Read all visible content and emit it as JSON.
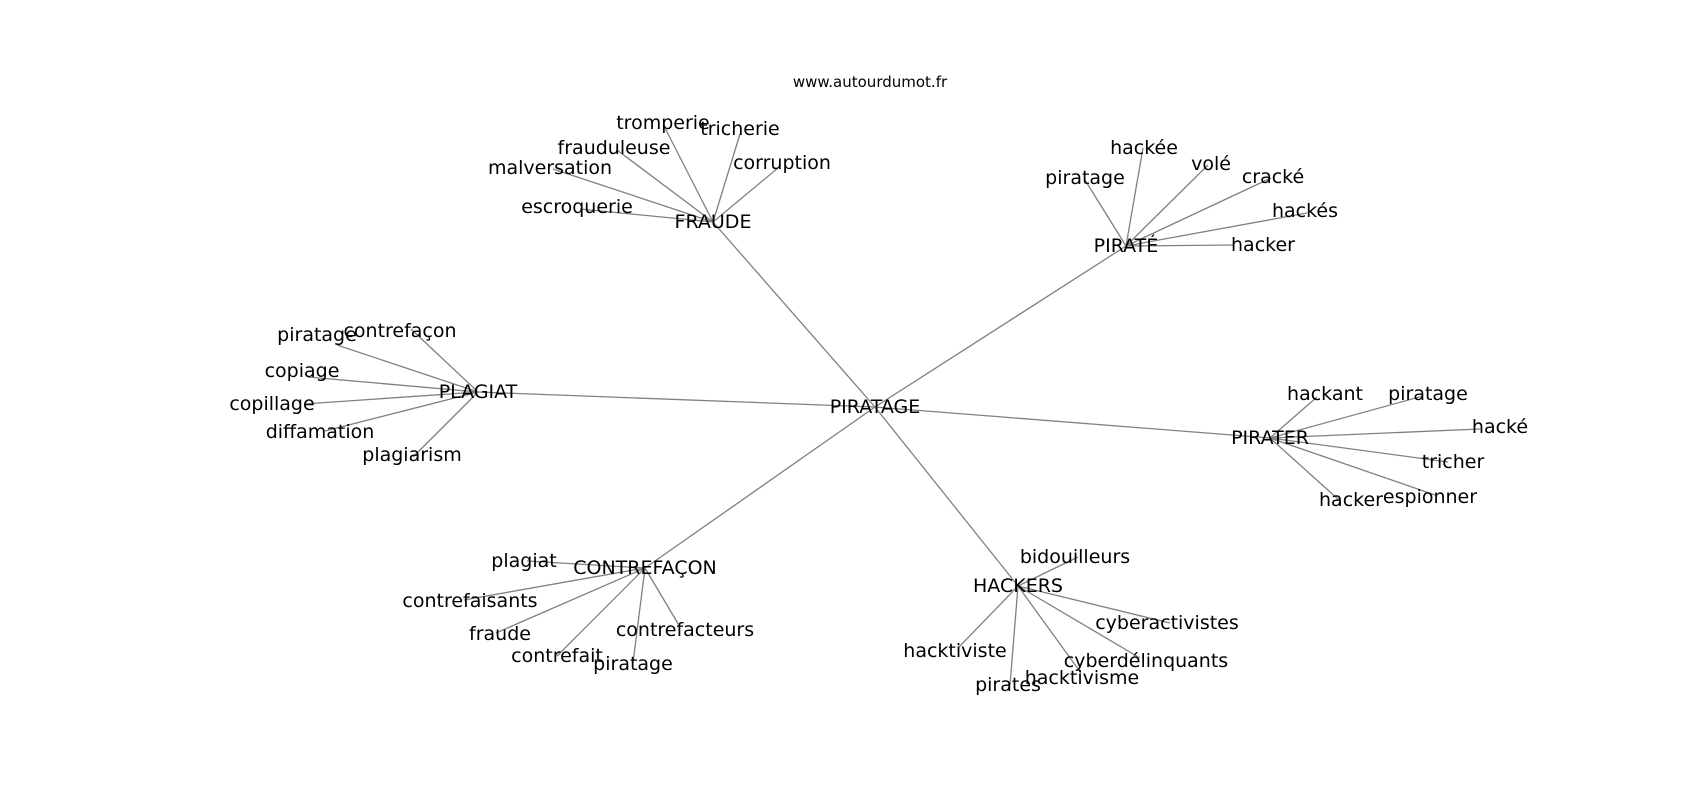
{
  "website": "www.autourdumot.fr",
  "center": {
    "id": "piratage",
    "label": "PIRATAGE"
  },
  "hubs": [
    {
      "id": "fraude",
      "label": "FRAUDE",
      "words": [
        "tromperie",
        "tricherie",
        "frauduleuse",
        "malversation",
        "corruption",
        "escroquerie"
      ]
    },
    {
      "id": "pirate",
      "label": "PIRATÉ",
      "words": [
        "hackée",
        "piratage",
        "volé",
        "cracké",
        "hackés",
        "hacker"
      ]
    },
    {
      "id": "plagiat",
      "label": "PLAGIAT",
      "words": [
        "piratage",
        "contrefaçon",
        "copiage",
        "copillage",
        "diffamation",
        "plagiarism"
      ]
    },
    {
      "id": "pirater",
      "label": "PIRATER",
      "words": [
        "hackant",
        "piratage",
        "hacké",
        "tricher",
        "hacker",
        "espionner"
      ]
    },
    {
      "id": "contrefacon",
      "label": "CONTREFAÇON",
      "words": [
        "plagiat",
        "contrefaisants",
        "fraude",
        "contrefacteurs",
        "contrefait",
        "piratage"
      ]
    },
    {
      "id": "hackers",
      "label": "HACKERS",
      "words": [
        "bidouilleurs",
        "cyberactivistes",
        "hacktiviste",
        "cyberdélinquants",
        "hacktivisme",
        "pirates"
      ]
    }
  ]
}
